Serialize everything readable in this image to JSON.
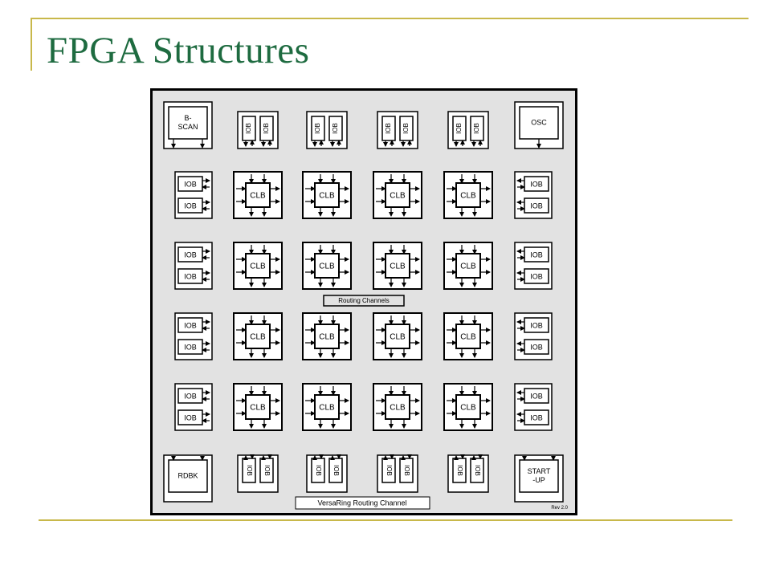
{
  "slide": {
    "title": "FPGA Structures"
  },
  "diagram": {
    "clb_label": "CLB",
    "iob_label": "IOB",
    "corners": {
      "top_left": [
        "B-",
        "SCAN"
      ],
      "top_right": [
        "OSC"
      ],
      "bottom_left": [
        "RDBK"
      ],
      "bottom_right": [
        "START",
        "-UP"
      ]
    },
    "routing_channels_label": "Routing Channels",
    "versaring_label": "VersaRing Routing Channel",
    "revision": "Rev 2.0"
  }
}
